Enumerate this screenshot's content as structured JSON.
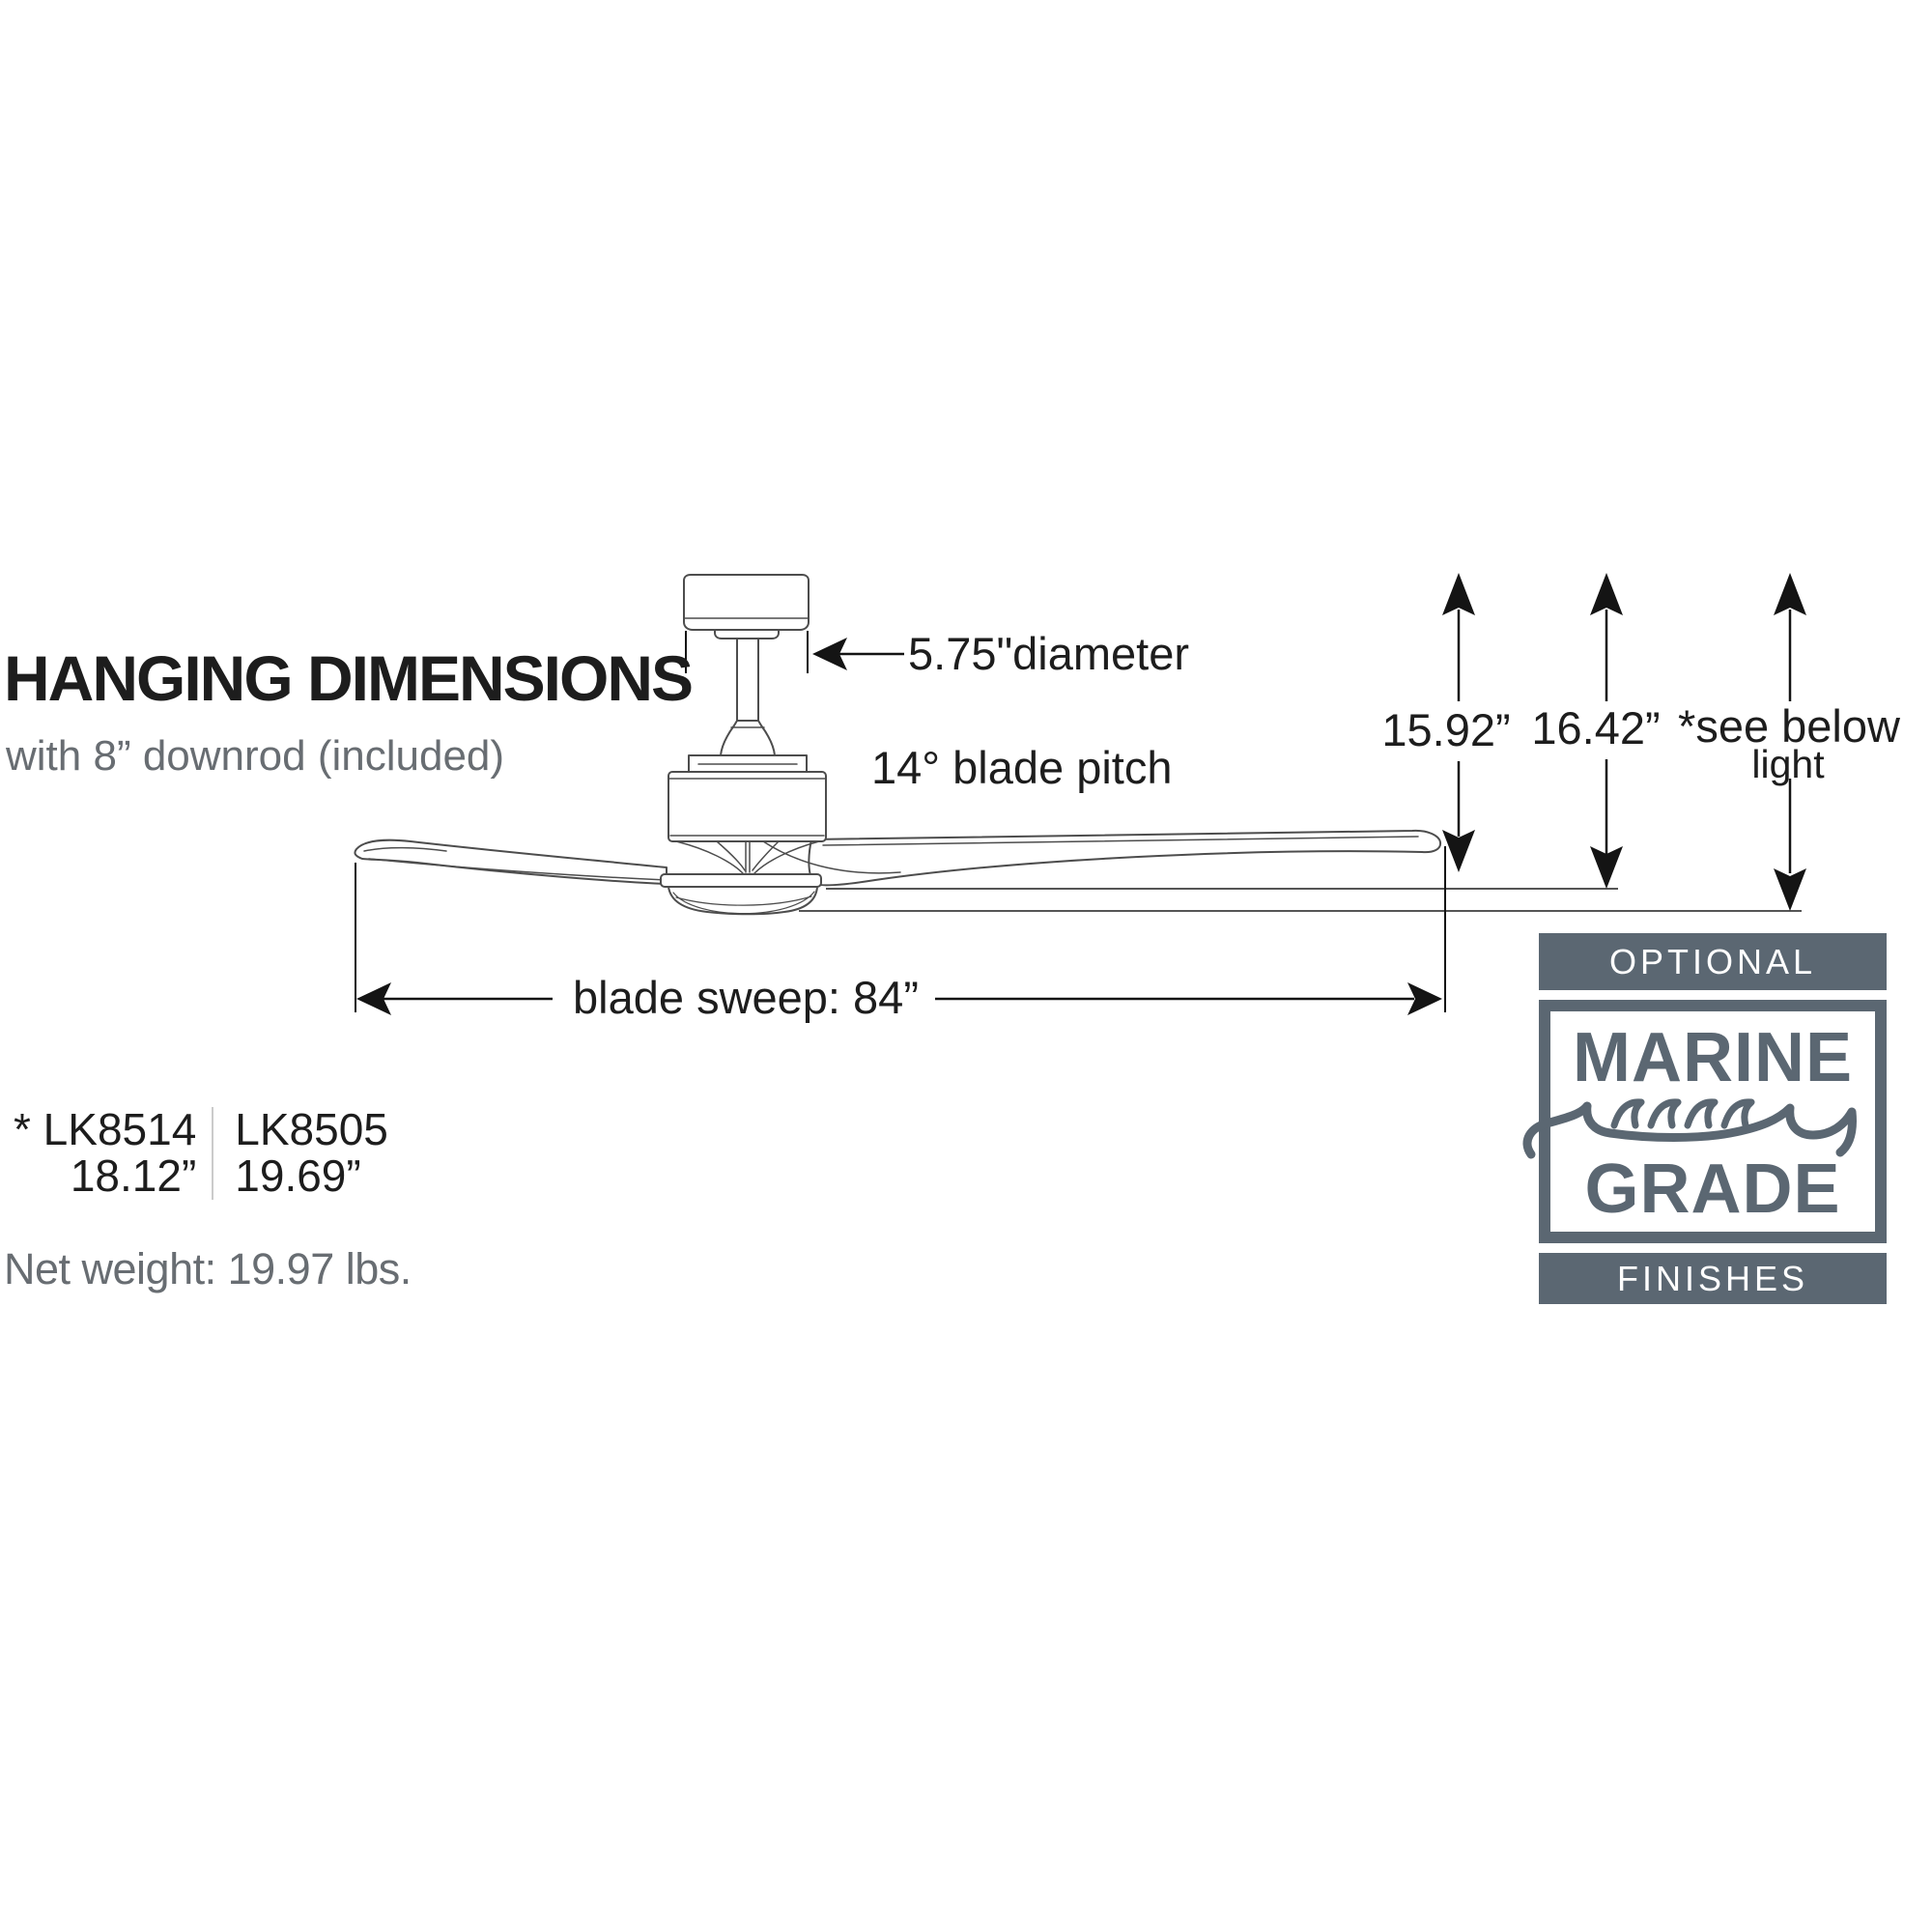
{
  "title": {
    "heading": "HANGING DIMENSIONS",
    "subheading": "with 8” downrod (included)"
  },
  "annotations": {
    "downrod_diameter": "5.75\"diameter",
    "blade_pitch": "14° blade pitch",
    "height_to_blades": "15.92”",
    "height_to_bottom": "16.42”",
    "height_with_light": "*see below",
    "height_with_light_sub": "light",
    "blade_sweep": "blade sweep: 84”"
  },
  "light_kits": {
    "items": [
      {
        "model": "* LK8514",
        "height": "18.12”"
      },
      {
        "model": "LK8505",
        "height": "19.69”"
      }
    ]
  },
  "net_weight": "Net weight: 19.97 lbs.",
  "badge": {
    "top": "OPTIONAL",
    "title_line1": "MARINE",
    "title_line2": "GRADE",
    "bottom": "FINISHES"
  },
  "colors": {
    "accent_slate": "#5b6772",
    "text_dark": "#1d1d1d",
    "text_muted": "#686d72",
    "drawing_line": "#4d4d4d",
    "dimension_line": "#141414"
  }
}
